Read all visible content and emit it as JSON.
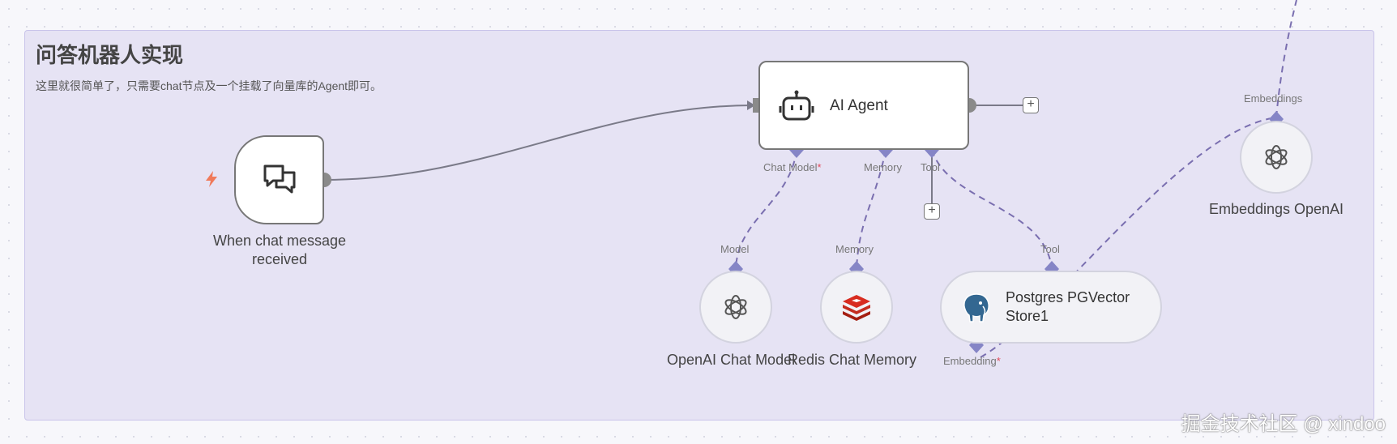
{
  "sticky": {
    "title": "问答机器人实现",
    "description": "这里就很简单了，只需要chat节点及一个挂载了向量库的Agent即可。"
  },
  "nodes": {
    "chat_trigger": {
      "label": "When chat message received",
      "icon": "chat-bubbles-icon",
      "badge_icon": "lightning-icon"
    },
    "ai_agent": {
      "label": "AI Agent",
      "icon": "robot-icon"
    },
    "openai_chat_model": {
      "label": "OpenAI Chat Model",
      "icon": "openai-icon"
    },
    "redis_memory": {
      "label": "Redis Chat Memory",
      "icon": "redis-icon"
    },
    "pgvector": {
      "label": "Postgres PGVector Store1",
      "icon": "postgres-elephant-icon"
    },
    "embeddings": {
      "label": "Embeddings OpenAI",
      "icon": "openai-icon"
    }
  },
  "ports": {
    "chat_model": "Chat Model",
    "memory": "Memory",
    "tool": "Tool",
    "model": "Model",
    "memory_in": "Memory",
    "tool_in": "Tool",
    "embedding": "Embedding",
    "embeddings": "Embeddings",
    "required_mark": "*"
  },
  "buttons": {
    "add": "+"
  },
  "watermark": "掘金技术社区 @ xindoo",
  "colors": {
    "sticky_bg": "#e6e3f4",
    "port": "#8585c6",
    "wire": "#7a6fb0",
    "trigger_badge": "#f07a5a",
    "redis": "#d12f2a"
  }
}
